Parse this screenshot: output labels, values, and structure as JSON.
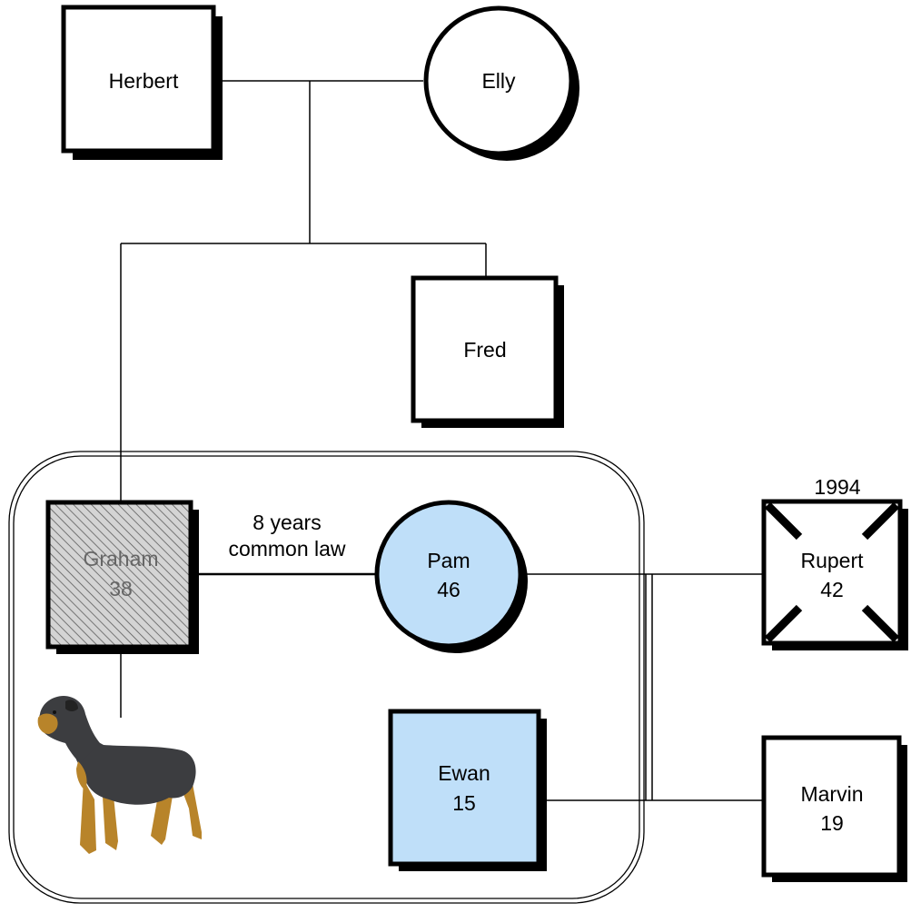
{
  "people": {
    "herbert": {
      "name": "Herbert"
    },
    "elly": {
      "name": "Elly"
    },
    "fred": {
      "name": "Fred"
    },
    "graham": {
      "name": "Graham",
      "age": "38"
    },
    "pam": {
      "name": "Pam",
      "age": "46"
    },
    "rupert": {
      "name": "Rupert",
      "age": "42",
      "year": "1994"
    },
    "ewan": {
      "name": "Ewan",
      "age": "15"
    },
    "marvin": {
      "name": "Marvin",
      "age": "19"
    }
  },
  "relationship": {
    "line1": "8 years",
    "line2": "common law"
  },
  "colors": {
    "highlight_fill": "#bfdff9",
    "hatch_fill": "#d4d4d4",
    "dog_body": "#3c3d40",
    "dog_tan": "#b8842a"
  },
  "icons": {
    "pet": "rottweiler-dog-icon"
  }
}
